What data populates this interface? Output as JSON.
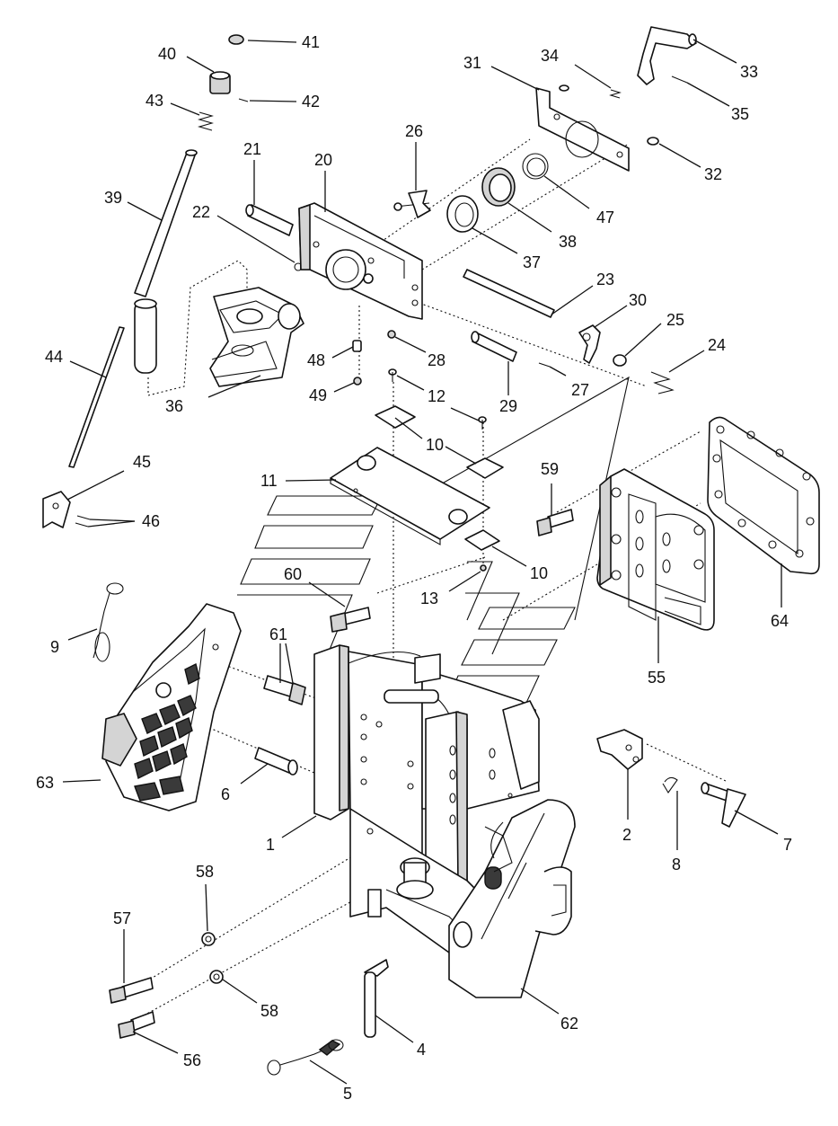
{
  "callouts": [
    {
      "id": "c41",
      "label": "41"
    },
    {
      "id": "c40",
      "label": "40"
    },
    {
      "id": "c42",
      "label": "42"
    },
    {
      "id": "c43",
      "label": "43"
    },
    {
      "id": "c31",
      "label": "31"
    },
    {
      "id": "c34",
      "label": "34"
    },
    {
      "id": "c33",
      "label": "33"
    },
    {
      "id": "c35",
      "label": "35"
    },
    {
      "id": "c32",
      "label": "32"
    },
    {
      "id": "c26",
      "label": "26"
    },
    {
      "id": "c21",
      "label": "21"
    },
    {
      "id": "c20",
      "label": "20"
    },
    {
      "id": "c39",
      "label": "39"
    },
    {
      "id": "c22",
      "label": "22"
    },
    {
      "id": "c47",
      "label": "47"
    },
    {
      "id": "c38",
      "label": "38"
    },
    {
      "id": "c37",
      "label": "37"
    },
    {
      "id": "c23",
      "label": "23"
    },
    {
      "id": "c30",
      "label": "30"
    },
    {
      "id": "c25",
      "label": "25"
    },
    {
      "id": "c24",
      "label": "24"
    },
    {
      "id": "c44",
      "label": "44"
    },
    {
      "id": "c48",
      "label": "48"
    },
    {
      "id": "c28",
      "label": "28"
    },
    {
      "id": "c27",
      "label": "27"
    },
    {
      "id": "c49",
      "label": "49"
    },
    {
      "id": "c36",
      "label": "36"
    },
    {
      "id": "c12",
      "label": "12"
    },
    {
      "id": "c29",
      "label": "29"
    },
    {
      "id": "c10a",
      "label": "10"
    },
    {
      "id": "c45",
      "label": "45"
    },
    {
      "id": "c59",
      "label": "59"
    },
    {
      "id": "c11",
      "label": "11"
    },
    {
      "id": "c46",
      "label": "46"
    },
    {
      "id": "c10b",
      "label": "10"
    },
    {
      "id": "c60",
      "label": "60"
    },
    {
      "id": "c13",
      "label": "13"
    },
    {
      "id": "c64",
      "label": "64"
    },
    {
      "id": "c9",
      "label": "9"
    },
    {
      "id": "c61",
      "label": "61"
    },
    {
      "id": "c55",
      "label": "55"
    },
    {
      "id": "c63",
      "label": "63"
    },
    {
      "id": "c6",
      "label": "6"
    },
    {
      "id": "c1",
      "label": "1"
    },
    {
      "id": "c2",
      "label": "2"
    },
    {
      "id": "c7",
      "label": "7"
    },
    {
      "id": "c8",
      "label": "8"
    },
    {
      "id": "c58a",
      "label": "58"
    },
    {
      "id": "c57",
      "label": "57"
    },
    {
      "id": "c58b",
      "label": "58"
    },
    {
      "id": "c62",
      "label": "62"
    },
    {
      "id": "c4",
      "label": "4"
    },
    {
      "id": "c56",
      "label": "56"
    },
    {
      "id": "c5",
      "label": "5"
    }
  ]
}
